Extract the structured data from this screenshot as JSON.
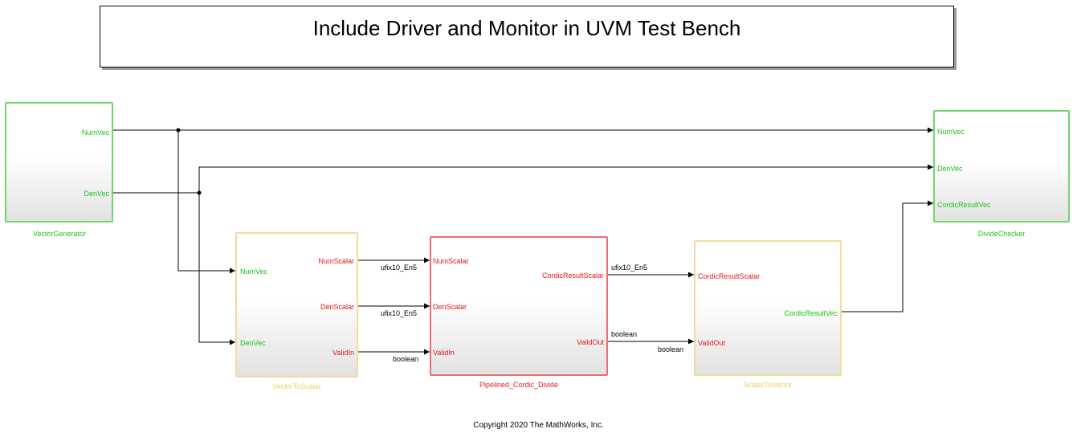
{
  "title": "Include Driver and Monitor in UVM Test Bench",
  "copyright": "Copyright 2020 The MathWorks, Inc.",
  "colors": {
    "green_border": "#71d66e",
    "green_text": "#17c417",
    "yellow_border": "#f1dc9d",
    "yellow_text": "#f0ce6a",
    "red_border": "#ec6d6d",
    "red_text": "#e4181b",
    "wire": "#000000"
  },
  "blocks": {
    "vector_generator": {
      "name": "VectorGenerator",
      "out_ports": [
        "NumVec",
        "DenVec"
      ]
    },
    "vector_to_scalar": {
      "name": "VectorToScalar",
      "in_ports": [
        "NumVec",
        "DenVec"
      ],
      "out_ports": [
        "NumScalar",
        "DenScalar",
        "ValidIn"
      ]
    },
    "pipelined_cordic_divide": {
      "name": "Pipelined_Cordic_Divide",
      "in_ports": [
        "NumScalar",
        "DenScalar",
        "ValidIn"
      ],
      "out_ports": [
        "CordicResultScalar",
        "ValidOut"
      ]
    },
    "scalar_to_vector": {
      "name": "ScalarToVector",
      "in_ports": [
        "CordicResultScalar",
        "ValidOut"
      ],
      "out_ports": [
        "CordicResultVec"
      ]
    },
    "divide_checker": {
      "name": "DivideChecker",
      "in_ports": [
        "NumVec",
        "DenVec",
        "CordicResultVec"
      ]
    }
  },
  "signals": {
    "num_scalar_type": "ufix10_En5",
    "den_scalar_type": "ufix10_En5",
    "valid_in_type": "boolean",
    "result_scalar_type": "ufix10_En5",
    "valid_out_type_left": "boolean",
    "valid_out_type_right": "boolean"
  }
}
